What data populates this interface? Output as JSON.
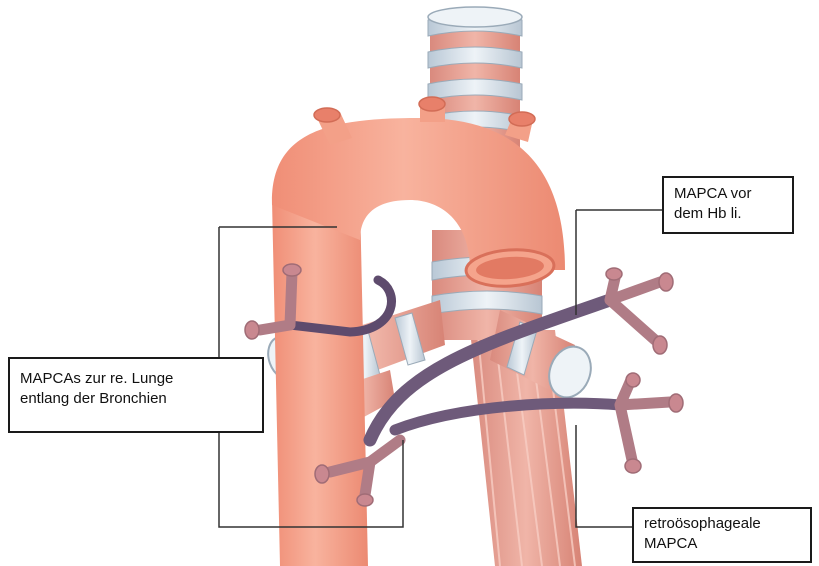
{
  "labels": {
    "right_lung": {
      "line1": "MAPCAs zur re. Lunge",
      "line2": "entlang der Bronchien"
    },
    "left_hb": {
      "line1": "MAPCA vor",
      "line2": "dem Hb li."
    },
    "retro": {
      "line1": "retroösophageale",
      "line2": "MAPCA"
    }
  },
  "colors": {
    "aorta": "#f5a48c",
    "aorta_dark": "#e8806a",
    "trachea_band": "#dde6ee",
    "muscle": "#e49a8e",
    "mapca": "#6e5a7a",
    "bronchus_end": "#c98890",
    "frame_line": "#333333"
  }
}
